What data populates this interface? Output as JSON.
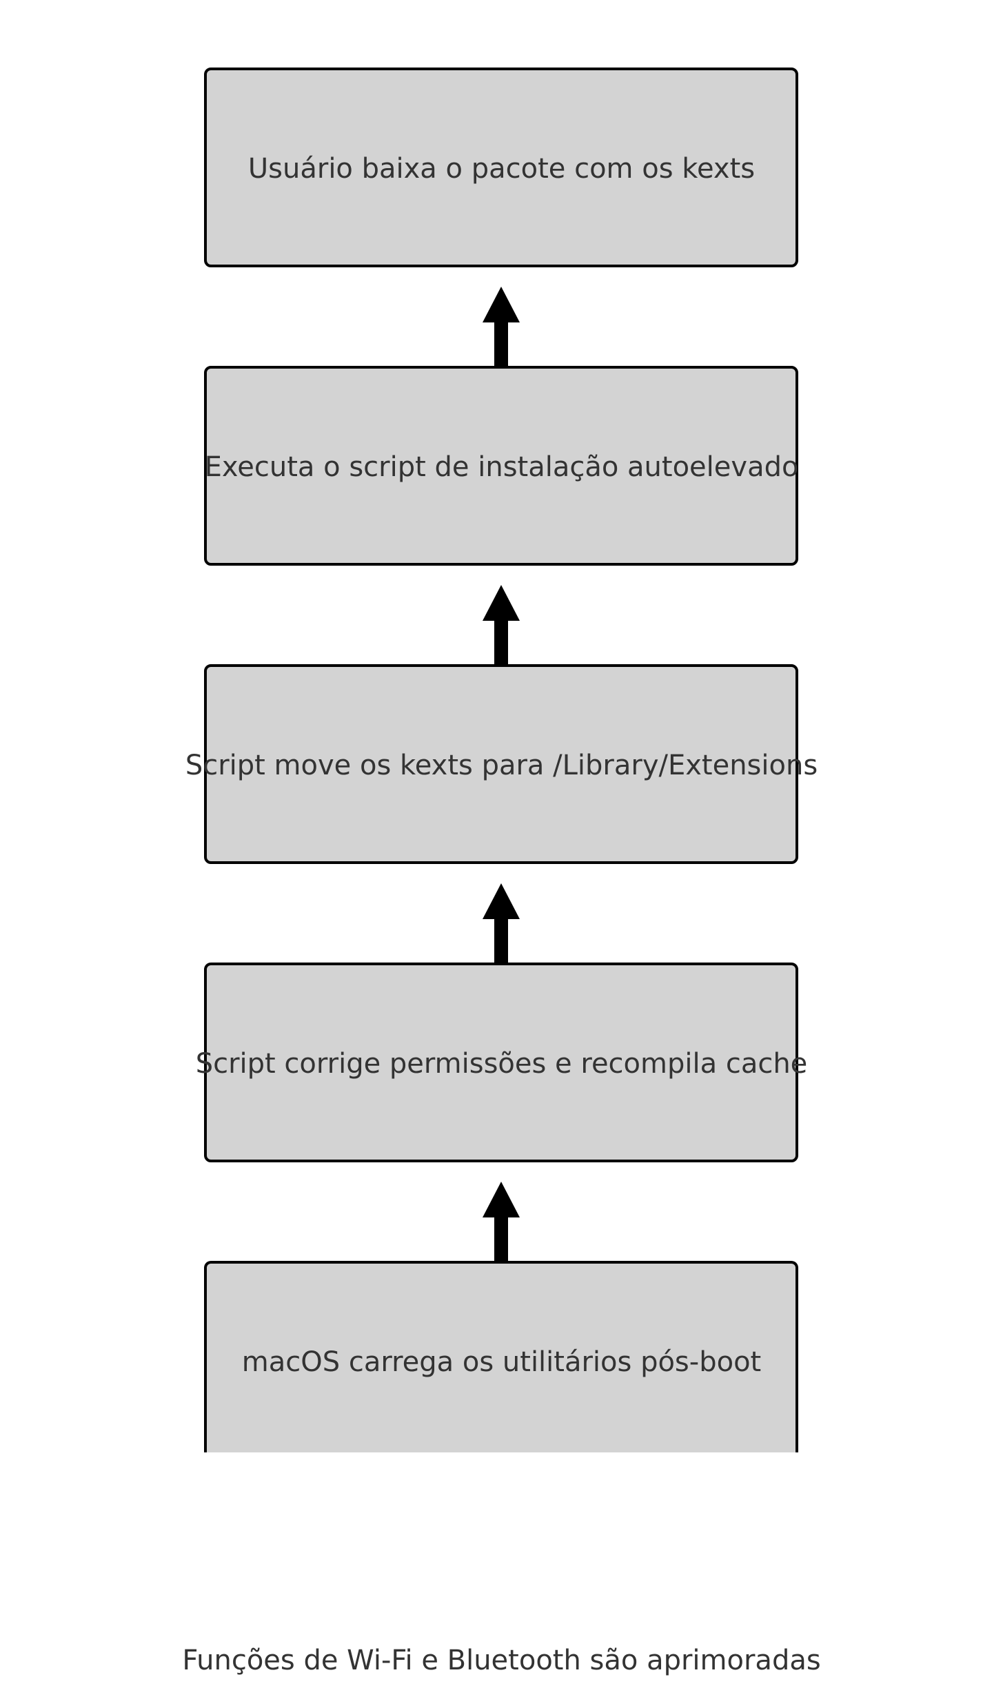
{
  "diagram": {
    "steps": [
      {
        "label": "Usuário baixa o pacote com os kexts"
      },
      {
        "label": "Executa o script de instalação autoelevado"
      },
      {
        "label": "Script move os kexts para /Library/Extensions"
      },
      {
        "label": "Script corrige permissões e recompila cache"
      },
      {
        "label": "macOS carrega os utilitários pós-boot"
      }
    ],
    "final_step": {
      "label": "Funções de Wi-Fi e Bluetooth são aprimoradas"
    },
    "arrow_direction": "up",
    "colors": {
      "box_fill": "#d3d3d3",
      "box_border": "#000000",
      "arrow": "#000000",
      "text": "#333333",
      "background": "#ffffff"
    }
  }
}
